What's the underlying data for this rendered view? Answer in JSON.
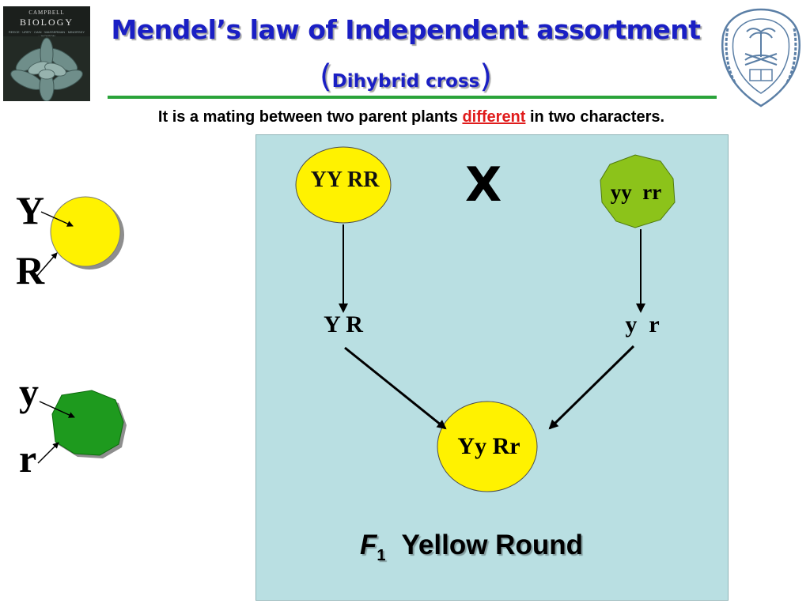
{
  "header": {
    "title": "Mendel’s law of Independent assortment",
    "subtitle_open": "(",
    "subtitle": "Dihybrid cross",
    "subtitle_close": ")",
    "intro_before": "It is a mating between two parent plants ",
    "intro_highlight": "different",
    "intro_after": " in two characters."
  },
  "book": {
    "publisher": "CAMPBELL",
    "title": "BIOLOGY",
    "authors": "REECE · URRY · CAIN · WASSERMAN · MINORSKY · JACKSON"
  },
  "side_examples": {
    "yellow_round": {
      "color_allele": "Y",
      "shape_allele": "R"
    },
    "green_wrinkled": {
      "color_allele": "y",
      "shape_allele": "r"
    }
  },
  "cross": {
    "parent_left": "YY RR",
    "cross_symbol": "X",
    "parent_right": "yy  rr",
    "gamete_left": "Y R",
    "gamete_right": "y  r",
    "offspring": "Yy Rr",
    "generation": "F",
    "generation_sub": "1",
    "phenotype": "Yellow Round"
  },
  "colors": {
    "title_blue": "#1a1fc4",
    "highlight_red": "#e01b1b",
    "rule_green": "#2aa33a",
    "panel_bg": "#b9dfe2",
    "yellow_pea": "#fff200",
    "green_pea_light": "#8cc31a",
    "green_pea_dark": "#1e9a1e"
  }
}
